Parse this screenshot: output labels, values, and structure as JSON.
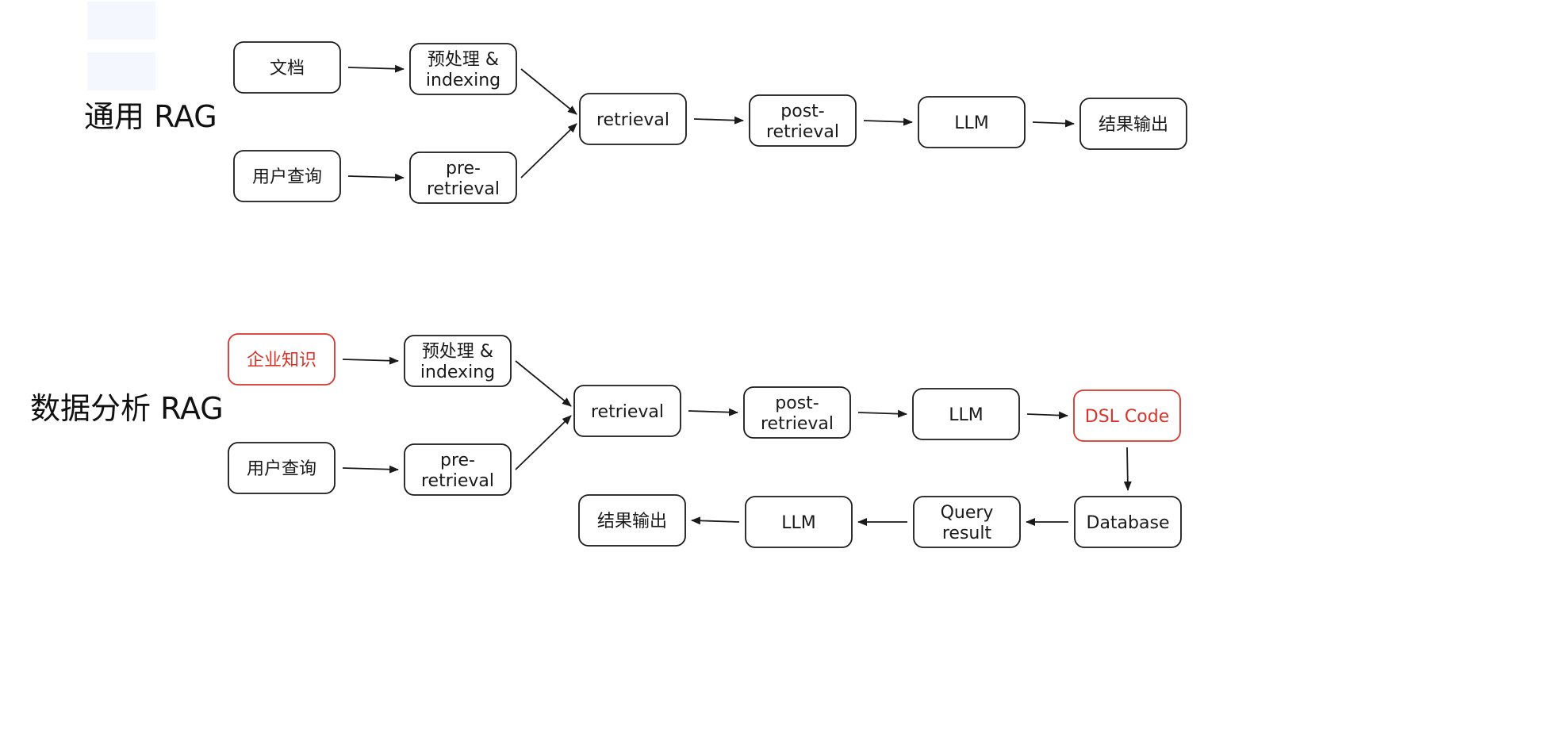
{
  "colors": {
    "ink": "#1a1a1a",
    "highlight": "#d9342b",
    "background": "#ffffff"
  },
  "general_rag": {
    "title": "通用 RAG",
    "nodes": {
      "doc": {
        "lines": [
          "文档"
        ]
      },
      "preprocess": {
        "lines": [
          "预处理 &",
          "indexing"
        ]
      },
      "user_query": {
        "lines": [
          "用户查询"
        ]
      },
      "pre_retrieval": {
        "lines": [
          "pre-",
          "retrieval"
        ]
      },
      "retrieval": {
        "lines": [
          "retrieval"
        ]
      },
      "post_retrieval": {
        "lines": [
          "post-",
          "retrieval"
        ]
      },
      "llm": {
        "lines": [
          "LLM"
        ]
      },
      "output": {
        "lines": [
          "结果输出"
        ]
      }
    }
  },
  "data_rag": {
    "title": "数据分析 RAG",
    "nodes": {
      "enterprise_knowledge": {
        "lines": [
          "企业知识"
        ],
        "highlight": true
      },
      "preprocess": {
        "lines": [
          "预处理 &",
          "indexing"
        ]
      },
      "user_query": {
        "lines": [
          "用户查询"
        ]
      },
      "pre_retrieval": {
        "lines": [
          "pre-",
          "retrieval"
        ]
      },
      "retrieval": {
        "lines": [
          "retrieval"
        ]
      },
      "post_retrieval": {
        "lines": [
          "post-",
          "retrieval"
        ]
      },
      "llm": {
        "lines": [
          "LLM"
        ]
      },
      "dsl_code": {
        "lines": [
          "DSL Code"
        ],
        "highlight": true
      },
      "database": {
        "lines": [
          "Database"
        ]
      },
      "query_result": {
        "lines": [
          "Query",
          "result"
        ]
      },
      "llm2": {
        "lines": [
          "LLM"
        ]
      },
      "output": {
        "lines": [
          "结果输出"
        ]
      }
    }
  }
}
